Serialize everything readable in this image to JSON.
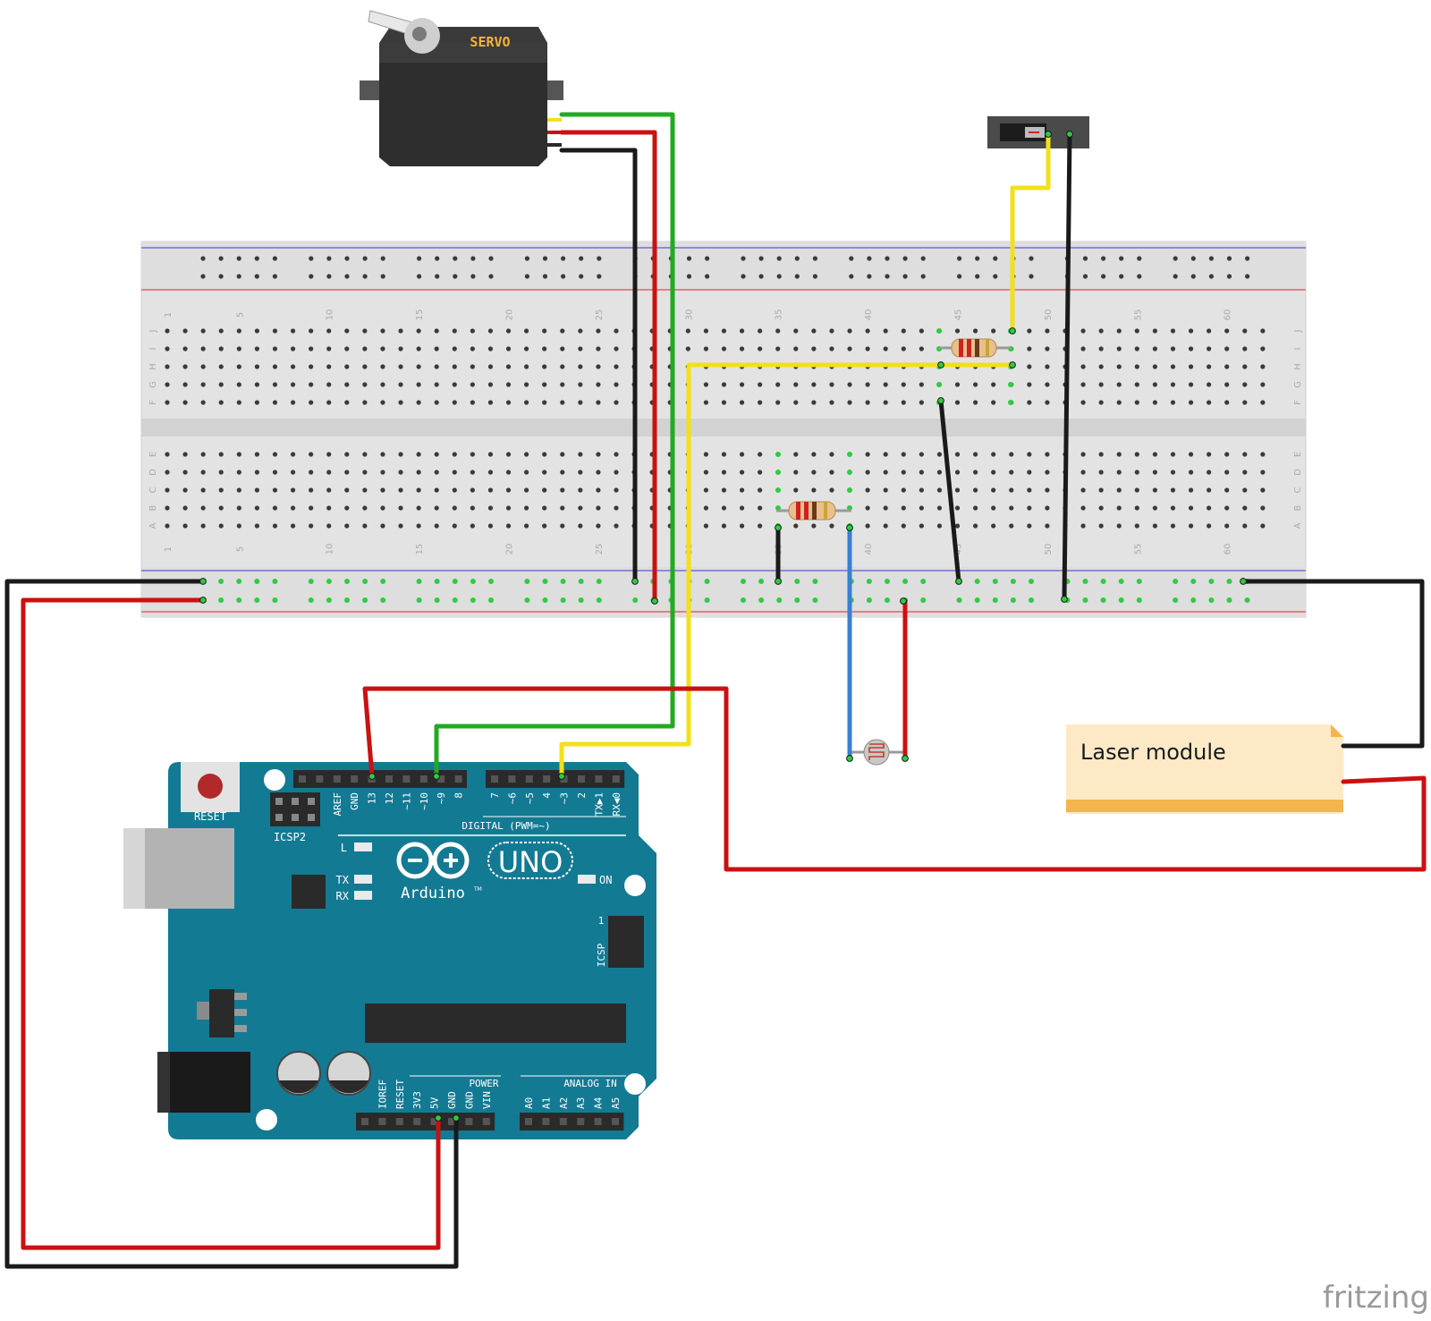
{
  "servo": {
    "label": "SERVO"
  },
  "breadboard": {
    "column_numbers_top": [
      "1",
      "5",
      "10",
      "15",
      "20",
      "25",
      "30",
      "35",
      "40",
      "45",
      "50",
      "55",
      "60"
    ],
    "column_numbers_bottom": [
      "1",
      "5",
      "10",
      "15",
      "20",
      "25",
      "30",
      "35",
      "40",
      "45",
      "50",
      "55",
      "60"
    ],
    "row_letters_upper": [
      "J",
      "I",
      "H",
      "G",
      "F"
    ],
    "row_letters_lower": [
      "E",
      "D",
      "C",
      "B",
      "A"
    ]
  },
  "arduino": {
    "reset_label": "RESET",
    "icsp2_label": "ICSP2",
    "icsp_label": "ICSP",
    "icsp_pin1": "1",
    "brand_text": "Arduino",
    "tm_mark": "TM",
    "model_text": "UNO",
    "digital_label": "DIGITAL (PWM=~)",
    "digital_pins": [
      "AREF",
      "GND",
      "13",
      "12",
      "~11",
      "~10",
      "~9",
      "8",
      "7",
      "~6",
      "~5",
      "4",
      "~3",
      "2",
      "TX▶1",
      "RX◀0"
    ],
    "led_l": "L",
    "led_tx": "TX",
    "led_rx": "RX",
    "led_on": "ON",
    "power_label": "POWER",
    "power_pins": [
      "IOREF",
      "RESET",
      "3V3",
      "5V",
      "GND",
      "GND",
      "VIN"
    ],
    "analog_label": "ANALOG IN",
    "analog_pins": [
      "A0",
      "A1",
      "A2",
      "A3",
      "A4",
      "A5"
    ]
  },
  "laser_module": {
    "label": "Laser module"
  },
  "watermark": {
    "text": "fritzing"
  },
  "colors": {
    "wire_black": "#1a1a1a",
    "wire_red": "#cc1010",
    "wire_green": "#22aa22",
    "wire_yellow": "#f2e01a",
    "wire_blue": "#3a7fd0",
    "arduino_teal": "#137a94",
    "breadboard": "#e6e6e6",
    "note_fill": "#fde9c6",
    "note_bar": "#f5b54a"
  }
}
